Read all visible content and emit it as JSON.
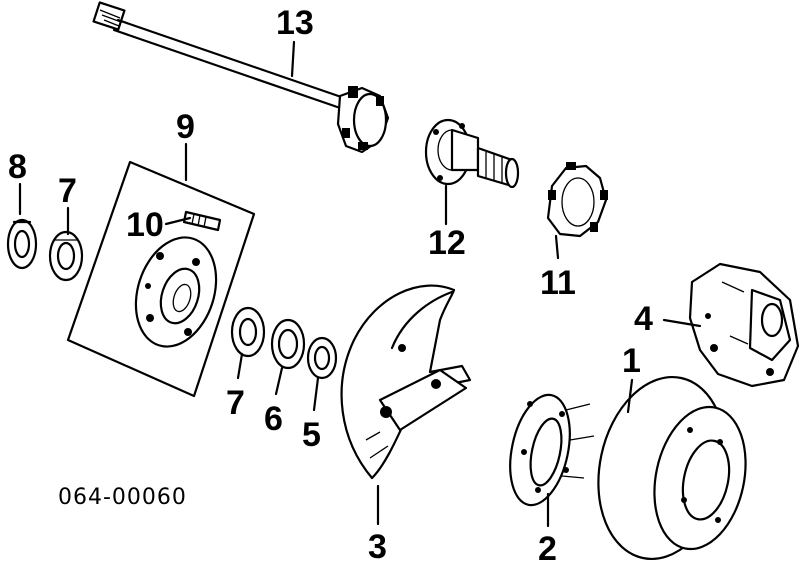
{
  "figure_code": "064-00060",
  "callouts": {
    "c1": "1",
    "c2": "2",
    "c3": "3",
    "c4": "4",
    "c5": "5",
    "c6": "6",
    "c7a": "7",
    "c7b": "7",
    "c8": "8",
    "c9": "9",
    "c10": "10",
    "c11": "11",
    "c12": "12",
    "c13": "13"
  }
}
